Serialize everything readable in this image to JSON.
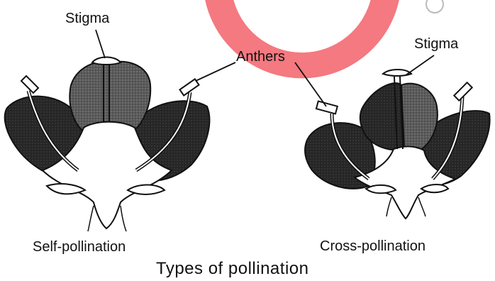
{
  "labels": {
    "stigma_left": "Stigma",
    "anthers": "Anthers",
    "stigma_right": "Stigma",
    "self_pollination": "Self-pollination",
    "cross_pollination": "Cross-pollination",
    "title": "Types of pollination"
  },
  "colors": {
    "petal_dark": "#2a2a2a",
    "petal_medium": "#707070",
    "watermark": "#f36a72",
    "line": "#111111"
  }
}
